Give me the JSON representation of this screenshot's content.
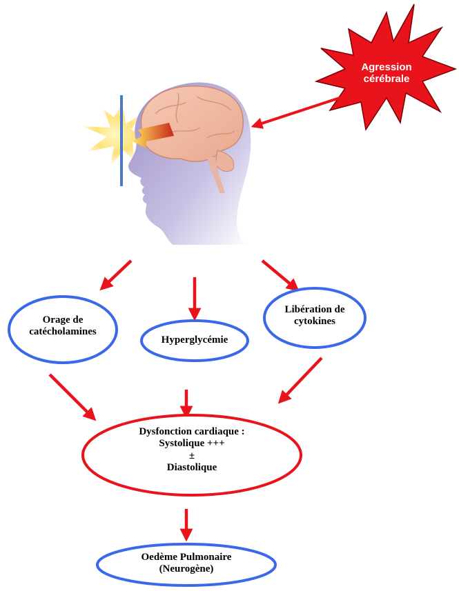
{
  "trigger": {
    "label": "Agression\ncérébrale"
  },
  "nodes": {
    "catecholamines": "Orage de\ncatécholamines",
    "hyperglycemie": "Hyperglycémie",
    "cytokines": "Libération de\ncytokines",
    "cardiac": "Dysfonction cardiaque :\nSystolique +++\n±\nDiastolique",
    "oedeme": "Oedème Pulmonaire\n(Neurogène)"
  },
  "colors": {
    "arrow": "#e8131b",
    "blue_ellipse": "#3a68e8",
    "red_ellipse": "#e8131b",
    "star_fill": "#e8131b",
    "star_stroke": "#7a0000"
  }
}
